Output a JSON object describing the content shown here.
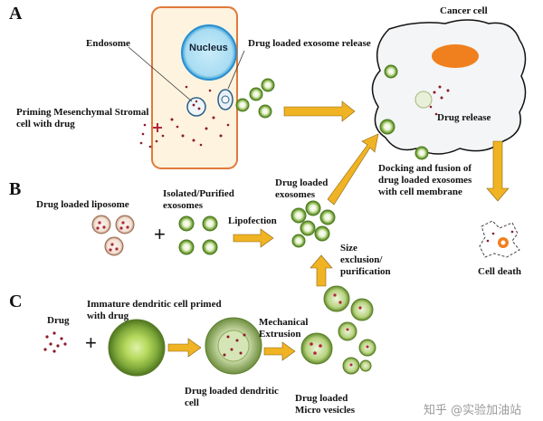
{
  "sections": {
    "a": "A",
    "b": "B",
    "c": "C"
  },
  "panel_a": {
    "nucleus": "Nucleus",
    "endosome": "Endosome",
    "release": "Drug loaded exosome release",
    "priming_line1": "Priming Mesenchymal Stromal",
    "priming_line2": "cell with drug",
    "cancer_cell": "Cancer cell",
    "drug_release": "Drug release",
    "docking_line1": "Docking and fusion of",
    "docking_line2": "drug loaded exosomes",
    "docking_line3": "with cell membrane",
    "cell_death": "Cell death"
  },
  "panel_b": {
    "liposome": "Drug loaded liposome",
    "isolated_line1": "Isolated/Purified",
    "isolated_line2": "exosomes",
    "lipofection": "Lipofection",
    "loaded_line1": "Drug loaded",
    "loaded_line2": "exosomes",
    "size_line1": "Size",
    "size_line2": "exclusion/",
    "size_line3": "purification"
  },
  "panel_c": {
    "drug": "Drug",
    "immature_line1": "Immature dendritic cell primed",
    "immature_line2": "with drug",
    "mechanical_line1": "Mechanical",
    "mechanical_line2": "Extrusion",
    "dendritic_line1": "Drug loaded dendritic",
    "dendritic_line2": "cell",
    "micro_line1": "Drug loaded",
    "micro_line2": "Micro vesicles"
  },
  "plus_sign": "+",
  "watermark": "知乎 @实验加油站",
  "colors": {
    "cell_border": "#e07a3a",
    "cell_fill": "#fdf3df",
    "nucleus": "#a9dcf2",
    "arrow": "#f0b323",
    "exosome": "#7bab3e",
    "cancer_nucleus": "#f07f1e"
  }
}
